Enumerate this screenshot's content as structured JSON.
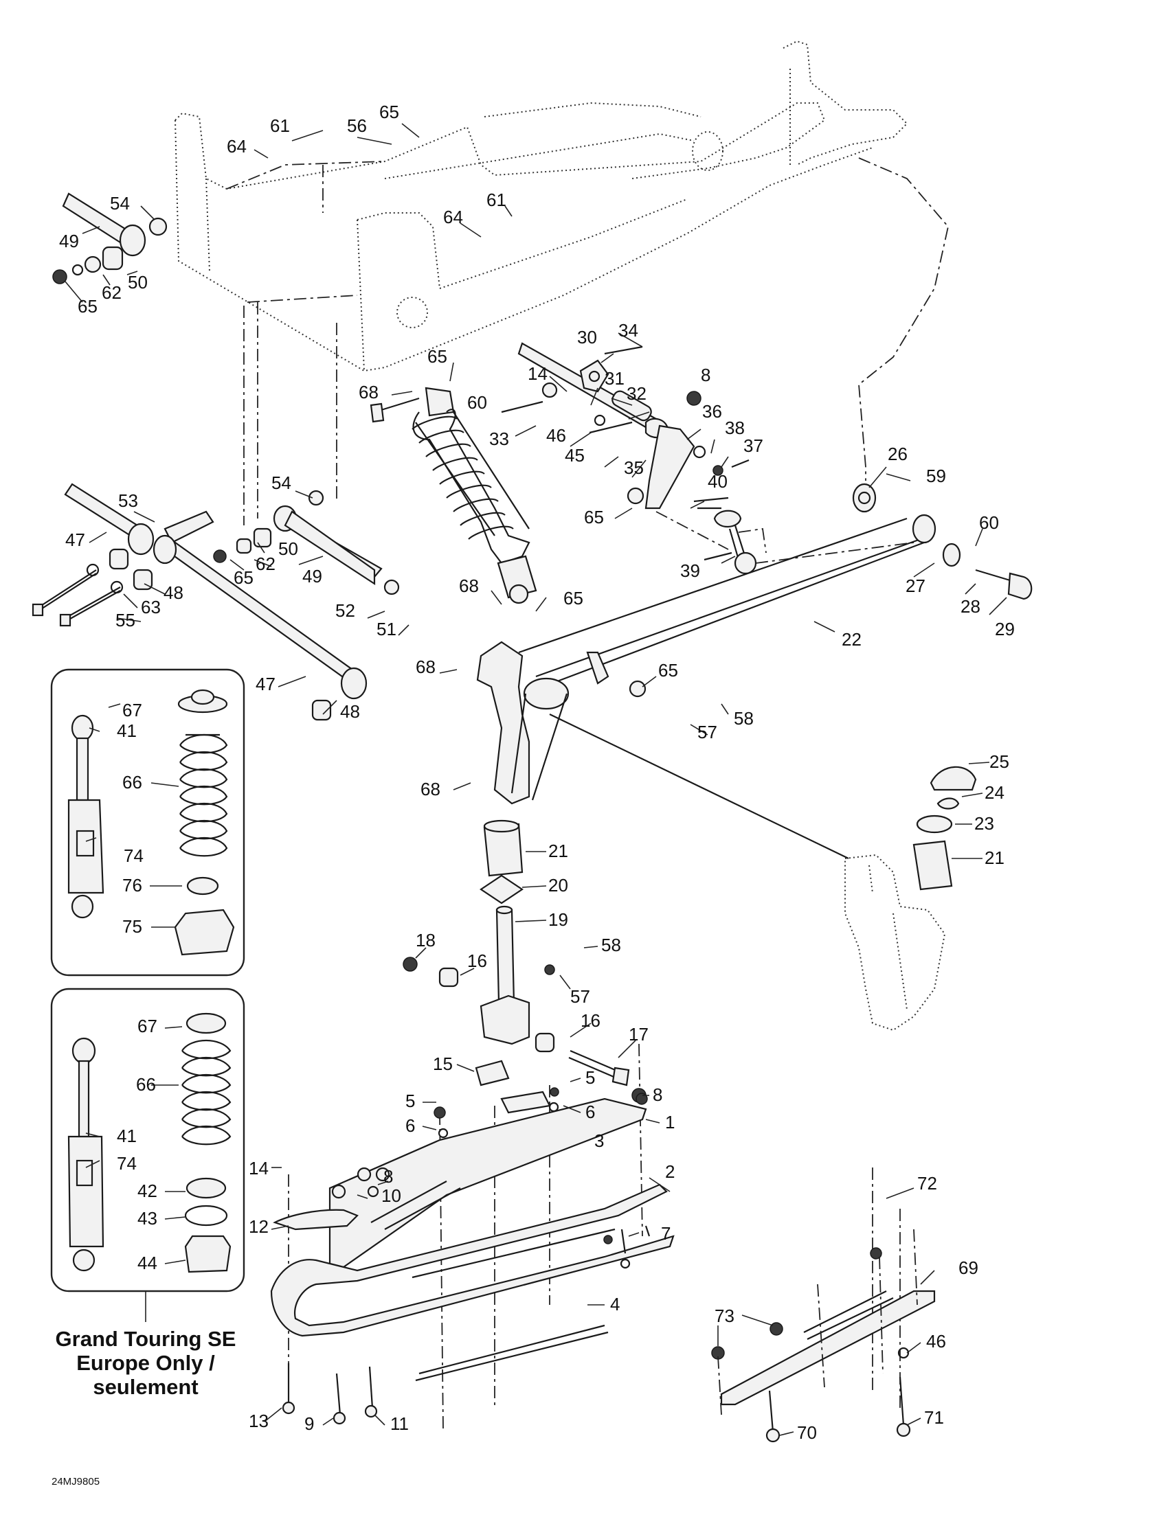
{
  "diagram": {
    "callouts": [
      {
        "id": "c61a",
        "text": "61"
      },
      {
        "id": "c65a",
        "text": "65"
      },
      {
        "id": "c56",
        "text": "56"
      },
      {
        "id": "c64a",
        "text": "64"
      },
      {
        "id": "c54a",
        "text": "54"
      },
      {
        "id": "c49a",
        "text": "49"
      },
      {
        "id": "c50a",
        "text": "50"
      },
      {
        "id": "c62a",
        "text": "62"
      },
      {
        "id": "c65b",
        "text": "65"
      },
      {
        "id": "c64b",
        "text": "64"
      },
      {
        "id": "c61b",
        "text": "61"
      },
      {
        "id": "c30",
        "text": "30"
      },
      {
        "id": "c34",
        "text": "34"
      },
      {
        "id": "c65c",
        "text": "65"
      },
      {
        "id": "c14a",
        "text": "14"
      },
      {
        "id": "c31",
        "text": "31"
      },
      {
        "id": "c8a",
        "text": "8"
      },
      {
        "id": "c68a",
        "text": "68"
      },
      {
        "id": "c60a",
        "text": "60"
      },
      {
        "id": "c32",
        "text": "32"
      },
      {
        "id": "c33",
        "text": "33"
      },
      {
        "id": "c46a",
        "text": "46"
      },
      {
        "id": "c36",
        "text": "36"
      },
      {
        "id": "c38",
        "text": "38"
      },
      {
        "id": "c37",
        "text": "37"
      },
      {
        "id": "c45",
        "text": "45"
      },
      {
        "id": "c35",
        "text": "35"
      },
      {
        "id": "c26",
        "text": "26"
      },
      {
        "id": "c59",
        "text": "59"
      },
      {
        "id": "c54b",
        "text": "54"
      },
      {
        "id": "c53",
        "text": "53"
      },
      {
        "id": "c40",
        "text": "40"
      },
      {
        "id": "c65d",
        "text": "65"
      },
      {
        "id": "c60b",
        "text": "60"
      },
      {
        "id": "c47a",
        "text": "47"
      },
      {
        "id": "c50b",
        "text": "50"
      },
      {
        "id": "c62b",
        "text": "62"
      },
      {
        "id": "c65e",
        "text": "65"
      },
      {
        "id": "c49b",
        "text": "49"
      },
      {
        "id": "c39",
        "text": "39"
      },
      {
        "id": "c27",
        "text": "27"
      },
      {
        "id": "c48a",
        "text": "48"
      },
      {
        "id": "c63",
        "text": "63"
      },
      {
        "id": "c68b",
        "text": "68"
      },
      {
        "id": "c65f",
        "text": "65"
      },
      {
        "id": "c28",
        "text": "28"
      },
      {
        "id": "c55",
        "text": "55"
      },
      {
        "id": "c52",
        "text": "52"
      },
      {
        "id": "c51",
        "text": "51"
      },
      {
        "id": "c29",
        "text": "29"
      },
      {
        "id": "c22",
        "text": "22"
      },
      {
        "id": "c68c",
        "text": "68"
      },
      {
        "id": "c65g",
        "text": "65"
      },
      {
        "id": "c47b",
        "text": "47"
      },
      {
        "id": "c48b",
        "text": "48"
      },
      {
        "id": "c58a",
        "text": "58"
      },
      {
        "id": "c57a",
        "text": "57"
      },
      {
        "id": "c68d",
        "text": "68"
      },
      {
        "id": "c25",
        "text": "25"
      },
      {
        "id": "c24",
        "text": "24"
      },
      {
        "id": "c23",
        "text": "23"
      },
      {
        "id": "c21a",
        "text": "21"
      },
      {
        "id": "c21b",
        "text": "21"
      },
      {
        "id": "c20",
        "text": "20"
      },
      {
        "id": "c19",
        "text": "19"
      },
      {
        "id": "c18",
        "text": "18"
      },
      {
        "id": "c16a",
        "text": "16"
      },
      {
        "id": "c58b",
        "text": "58"
      },
      {
        "id": "c57b",
        "text": "57"
      },
      {
        "id": "c16b",
        "text": "16"
      },
      {
        "id": "c17",
        "text": "17"
      },
      {
        "id": "c15",
        "text": "15"
      },
      {
        "id": "c5a",
        "text": "5"
      },
      {
        "id": "c5b",
        "text": "5"
      },
      {
        "id": "c6a",
        "text": "6"
      },
      {
        "id": "c8b",
        "text": "8"
      },
      {
        "id": "c6b",
        "text": "6"
      },
      {
        "id": "c3",
        "text": "3"
      },
      {
        "id": "c1",
        "text": "1"
      },
      {
        "id": "c2",
        "text": "2"
      },
      {
        "id": "c8c",
        "text": "8"
      },
      {
        "id": "c14b",
        "text": "14"
      },
      {
        "id": "c10",
        "text": "10"
      },
      {
        "id": "c12",
        "text": "12"
      },
      {
        "id": "c7",
        "text": "7"
      },
      {
        "id": "c72",
        "text": "72"
      },
      {
        "id": "c69",
        "text": "69"
      },
      {
        "id": "c4",
        "text": "4"
      },
      {
        "id": "c73",
        "text": "73"
      },
      {
        "id": "c46b",
        "text": "46"
      },
      {
        "id": "c13",
        "text": "13"
      },
      {
        "id": "c9",
        "text": "9"
      },
      {
        "id": "c11",
        "text": "11"
      },
      {
        "id": "c70",
        "text": "70"
      },
      {
        "id": "c71",
        "text": "71"
      }
    ],
    "inset1_callouts": [
      {
        "id": "i1_67",
        "text": "67"
      },
      {
        "id": "i1_41",
        "text": "41"
      },
      {
        "id": "i1_66",
        "text": "66"
      },
      {
        "id": "i1_74",
        "text": "74"
      },
      {
        "id": "i1_76",
        "text": "76"
      },
      {
        "id": "i1_75",
        "text": "75"
      }
    ],
    "inset2_callouts": [
      {
        "id": "i2_67",
        "text": "67"
      },
      {
        "id": "i2_66",
        "text": "66"
      },
      {
        "id": "i2_41",
        "text": "41"
      },
      {
        "id": "i2_74",
        "text": "74"
      },
      {
        "id": "i2_42",
        "text": "42"
      },
      {
        "id": "i2_43",
        "text": "43"
      },
      {
        "id": "i2_44",
        "text": "44"
      }
    ],
    "caption_lines": [
      "Grand Touring SE",
      "Europe Only /",
      "seulement"
    ],
    "figure_ref": "24MJ9805"
  }
}
